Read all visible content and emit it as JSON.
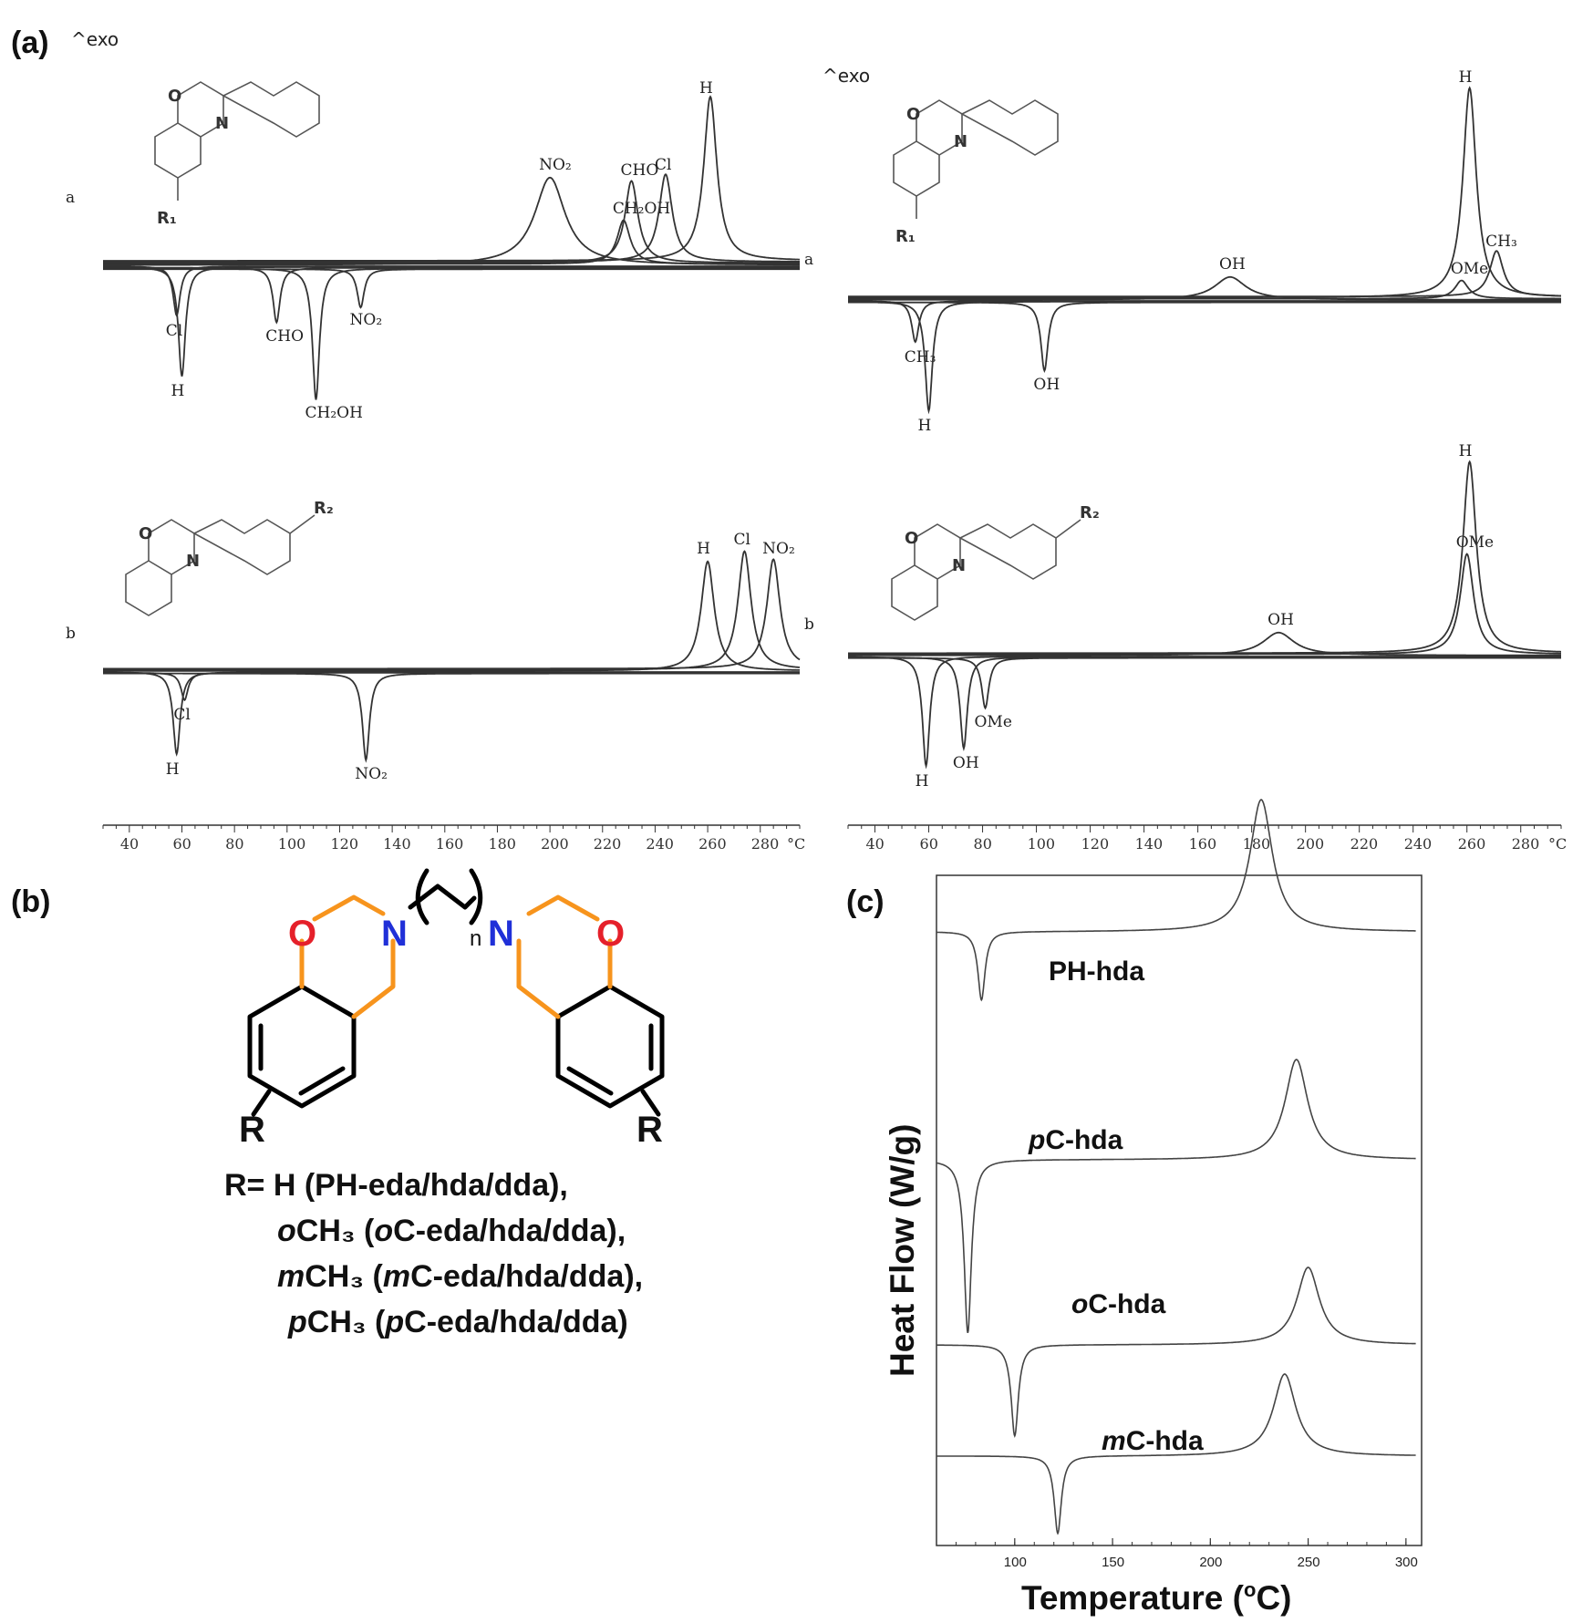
{
  "panel_labels": {
    "a": "(a)",
    "b": "(b)",
    "c": "(c)"
  },
  "exo_left": "^exo",
  "exo_right": "^exo",
  "temp_unit": "°C",
  "row_labels": {
    "a": "a",
    "b": "b"
  },
  "struct_labels": {
    "r1": "R₁",
    "r2": "R₂",
    "o": "O",
    "n": "N"
  },
  "structure_b": {
    "o": "O",
    "n": "N",
    "sub_n": "n",
    "r": "R",
    "r_lines": [
      {
        "pre": "R= H (PH-eda/hda/dda),",
        "it1": "",
        "mid": "",
        "it2": "",
        "post": ""
      },
      {
        "pre": "",
        "it1": "o",
        "mid": "CH₃ (",
        "it2": "o",
        "post": "C-eda/hda/dda),"
      },
      {
        "pre": "",
        "it1": "m",
        "mid": "CH₃ (",
        "it2": "m",
        "post": "C-eda/hda/dda),"
      },
      {
        "pre": "",
        "it1": "p",
        "mid": "CH₃ (",
        "it2": "p",
        "post": "C-eda/hda/dda)"
      }
    ]
  },
  "chart_data": [
    {
      "type": "line",
      "panel": "(a) top-left",
      "xlabel": "°C",
      "xlim": [
        30,
        295
      ],
      "ticks": [
        40,
        60,
        80,
        100,
        120,
        140,
        160,
        180,
        200,
        220,
        240,
        260,
        280
      ],
      "melting_endotherms": [
        {
          "name": "Cl",
          "x": 58,
          "depth": 0.45
        },
        {
          "name": "H",
          "x": 60,
          "depth": 1.0
        },
        {
          "name": "CHO",
          "x": 96,
          "depth": 0.5
        },
        {
          "name": "CH₂OH",
          "x": 111,
          "depth": 1.2
        },
        {
          "name": "NO₂",
          "x": 128,
          "depth": 0.35
        }
      ],
      "polymerization_exotherms": [
        {
          "name": "NO₂",
          "x": 200,
          "height": 0.8
        },
        {
          "name": "CH₂OH",
          "x": 228,
          "height": 0.4
        },
        {
          "name": "CHO",
          "x": 231,
          "height": 0.75
        },
        {
          "name": "Cl",
          "x": 244,
          "height": 0.8
        },
        {
          "name": "H",
          "x": 261,
          "height": 1.5
        }
      ]
    },
    {
      "type": "line",
      "panel": "(a) bottom-left",
      "xlabel": "°C",
      "xlim": [
        30,
        295
      ],
      "ticks": [
        40,
        60,
        80,
        100,
        120,
        140,
        160,
        180,
        200,
        220,
        240,
        260,
        280
      ],
      "melting_endotherms": [
        {
          "name": "H",
          "x": 58,
          "depth": 0.9
        },
        {
          "name": "Cl",
          "x": 61,
          "depth": 0.3
        },
        {
          "name": "NO₂",
          "x": 130,
          "depth": 0.95
        }
      ],
      "polymerization_exotherms": [
        {
          "name": "H",
          "x": 260,
          "height": 1.2
        },
        {
          "name": "Cl",
          "x": 274,
          "height": 1.3
        },
        {
          "name": "NO₂",
          "x": 285,
          "height": 1.2
        }
      ]
    },
    {
      "type": "line",
      "panel": "(a) top-right",
      "xlabel": "°C",
      "xlim": [
        30,
        295
      ],
      "ticks": [
        40,
        60,
        80,
        100,
        120,
        140,
        160,
        180,
        200,
        220,
        240,
        260,
        280
      ],
      "melting_endotherms": [
        {
          "name": "CH₃",
          "x": 55,
          "depth": 0.45
        },
        {
          "name": "H",
          "x": 60,
          "depth": 1.2
        },
        {
          "name": "OH",
          "x": 103,
          "depth": 0.75
        }
      ],
      "polymerization_exotherms": [
        {
          "name": "OH",
          "x": 172,
          "height": 0.25
        },
        {
          "name": "OMe",
          "x": 258,
          "height": 0.2
        },
        {
          "name": "H",
          "x": 261,
          "height": 2.3
        },
        {
          "name": "CH₃",
          "x": 271,
          "height": 0.5
        }
      ]
    },
    {
      "type": "line",
      "panel": "(a) bottom-right",
      "xlabel": "°C",
      "xlim": [
        30,
        295
      ],
      "ticks": [
        40,
        60,
        80,
        100,
        120,
        140,
        160,
        180,
        200,
        220,
        240,
        260,
        280
      ],
      "melting_endotherms": [
        {
          "name": "H",
          "x": 59,
          "depth": 1.2
        },
        {
          "name": "OH",
          "x": 73,
          "depth": 1.0
        },
        {
          "name": "OMe",
          "x": 81,
          "depth": 0.55
        }
      ],
      "polymerization_exotherms": [
        {
          "name": "OH",
          "x": 190,
          "height": 0.25
        },
        {
          "name": "OMe",
          "x": 260,
          "height": 1.1
        },
        {
          "name": "H",
          "x": 261,
          "height": 2.1
        }
      ]
    },
    {
      "type": "line",
      "panel": "(c)",
      "xlabel": "Temperature (°C)",
      "ylabel": "Heat Flow (W/g)",
      "xlim": [
        60,
        308
      ],
      "ticks": [
        100,
        150,
        200,
        250,
        300
      ],
      "series": [
        {
          "name": "PH-hda",
          "melting": 83,
          "exo_peak": 226
        },
        {
          "name": "pC-hda",
          "melting": 76,
          "exo_peak": 244
        },
        {
          "name": "oC-hda",
          "melting": 100,
          "exo_peak": 250
        },
        {
          "name": "mC-hda",
          "melting": 122,
          "exo_peak": 238
        }
      ]
    }
  ],
  "c_series_labels": [
    {
      "pre": "",
      "it": "",
      "post": "PH-hda"
    },
    {
      "pre": "",
      "it": "p",
      "post": "C-hda"
    },
    {
      "pre": "",
      "it": "o",
      "post": "C-hda"
    },
    {
      "pre": "",
      "it": "m",
      "post": "C-hda"
    }
  ],
  "c_axis": {
    "xlabel_pre": "Temperature (",
    "xlabel_sup": "o",
    "xlabel_post": "C)",
    "ylabel": "Heat Flow (W/g)"
  }
}
